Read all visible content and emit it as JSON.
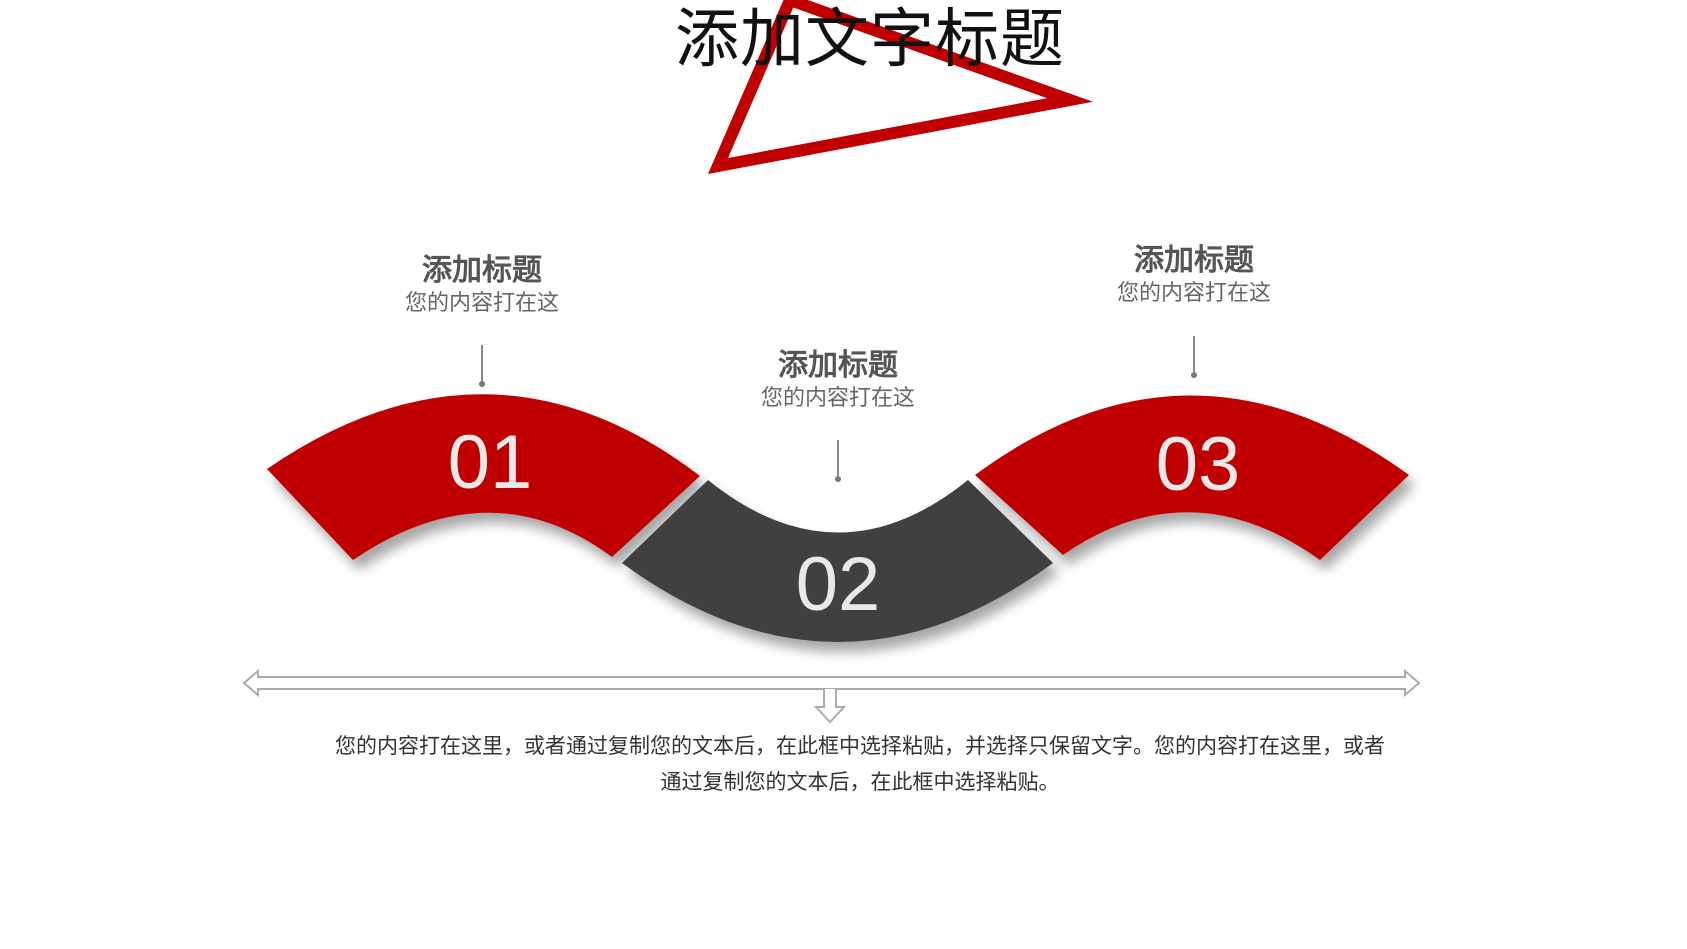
{
  "slide": {
    "title": "添加文字标题",
    "steps": [
      {
        "number": "01",
        "heading": "添加标题",
        "subtitle": "您的内容打在这",
        "color": "#c00000"
      },
      {
        "number": "02",
        "heading": "添加标题",
        "subtitle": "您的内容打在这",
        "color": "#3f3f3f"
      },
      {
        "number": "03",
        "heading": "添加标题",
        "subtitle": "您的内容打在这",
        "color": "#c00000"
      }
    ],
    "body_text": "您的内容打在这里，或者通过复制您的文本后，在此框中选择粘贴，并选择只保留文字。您的内容打在这里，或者通过复制您的文本后，在此框中选择粘贴。"
  },
  "colors": {
    "accent": "#c00000",
    "dark": "#3f3f3f",
    "connector": "#888888",
    "arrow": "#aaaaaa"
  },
  "icons": {
    "decoration": "red-triangle-outline",
    "divider": "double-headed-arrow-with-down-arrow"
  }
}
